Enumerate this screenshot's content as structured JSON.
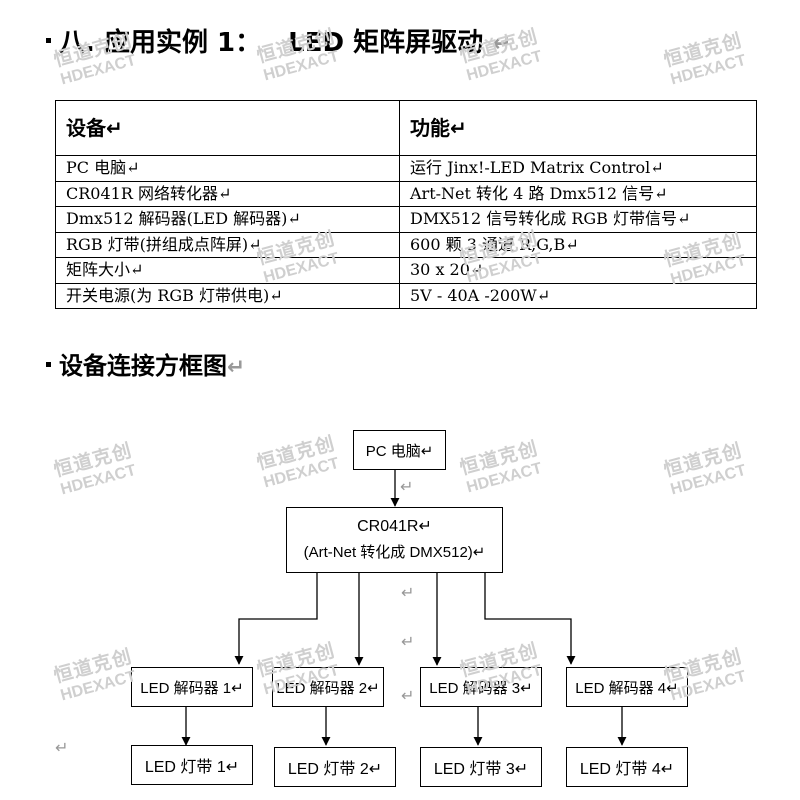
{
  "heading1": {
    "bullet": "·",
    "number": "八.",
    "text": "应用实例 1：",
    "title": "LED 矩阵屏驱动",
    "mark": "↵"
  },
  "table": {
    "headers": [
      "设备↵",
      "功能↵"
    ],
    "rows": [
      [
        "PC 电脑↵",
        "运行 Jinx!-LED Matrix Control↵"
      ],
      [
        "CR041R 网络转化器↵",
        "Art-Net 转化 4 路 Dmx512 信号↵"
      ],
      [
        "Dmx512 解码器(LED 解码器)↵",
        "DMX512 信号转化成 RGB 灯带信号↵"
      ],
      [
        "RGB 灯带(拼组成点阵屏)↵",
        "600 颗 3 通道 R,G,B↵"
      ],
      [
        "矩阵大小↵",
        "30 x 20↵"
      ],
      [
        "开关电源(为 RGB 灯带供电)↵",
        "5V - 40A -200W↵"
      ]
    ]
  },
  "heading2": {
    "text": "设备连接方框图",
    "mark": "↵"
  },
  "diagram": {
    "pc": "PC 电脑↵",
    "converter": {
      "line1": "CR041R↵",
      "line2": "(Art-Net 转化成 DMX512)↵"
    },
    "decoders": [
      "LED 解码器 1↵",
      "LED 解码器 2↵",
      "LED 解码器 3↵",
      "LED 解码器 4↵"
    ],
    "strips": [
      "LED 灯带 1↵",
      "LED 灯带 2↵",
      "LED 灯带 3↵",
      "LED 灯带 4↵"
    ],
    "paragraph_mark": "↵"
  },
  "watermark": {
    "cn": "恒道克创",
    "en": "HDEXACT"
  }
}
